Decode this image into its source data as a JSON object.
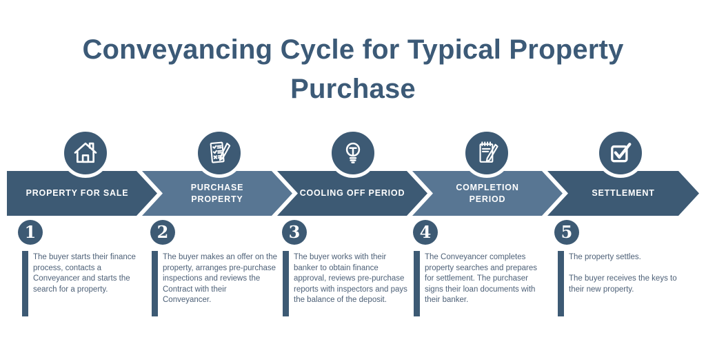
{
  "title": {
    "text": "Conveyancing Cycle for Typical Property Purchase"
  },
  "colors": {
    "dark_blue": "#3D5A74",
    "light_blue": "#587693",
    "title_text": "#3C5A77",
    "body_text": "#4D6077",
    "white": "#FFFFFF"
  },
  "steps": [
    {
      "number": "1",
      "label": "PROPERTY FOR SALE",
      "icon": "house-icon",
      "tone": "dark",
      "description": "The buyer starts their finance process, contacts a Conveyancer and starts the search for a property."
    },
    {
      "number": "2",
      "label": "PURCHASE PROPERTY",
      "icon": "checklist-pencil-icon",
      "tone": "light",
      "description": "The buyer makes an offer on the property, arranges pre-purchase inspections and reviews the Contract with their Conveyancer."
    },
    {
      "number": "3",
      "label": "COOLING OFF PERIOD",
      "icon": "lightbulb-icon",
      "tone": "dark",
      "description": "The buyer works with their banker to obtain finance approval, reviews pre-purchase reports with inspectors and pays the balance of the deposit."
    },
    {
      "number": "4",
      "label": "COMPLETION\nPERIOD",
      "icon": "notepad-pencil-icon",
      "tone": "light",
      "description": "The Conveyancer completes property searches and prepares for settlement. The purchaser signs their loan documents with their banker."
    },
    {
      "number": "5",
      "label": "SETTLEMENT",
      "icon": "checkbox-check-icon",
      "tone": "dark",
      "description": "The property settles.\n\nThe buyer receives the keys to their new property."
    }
  ]
}
